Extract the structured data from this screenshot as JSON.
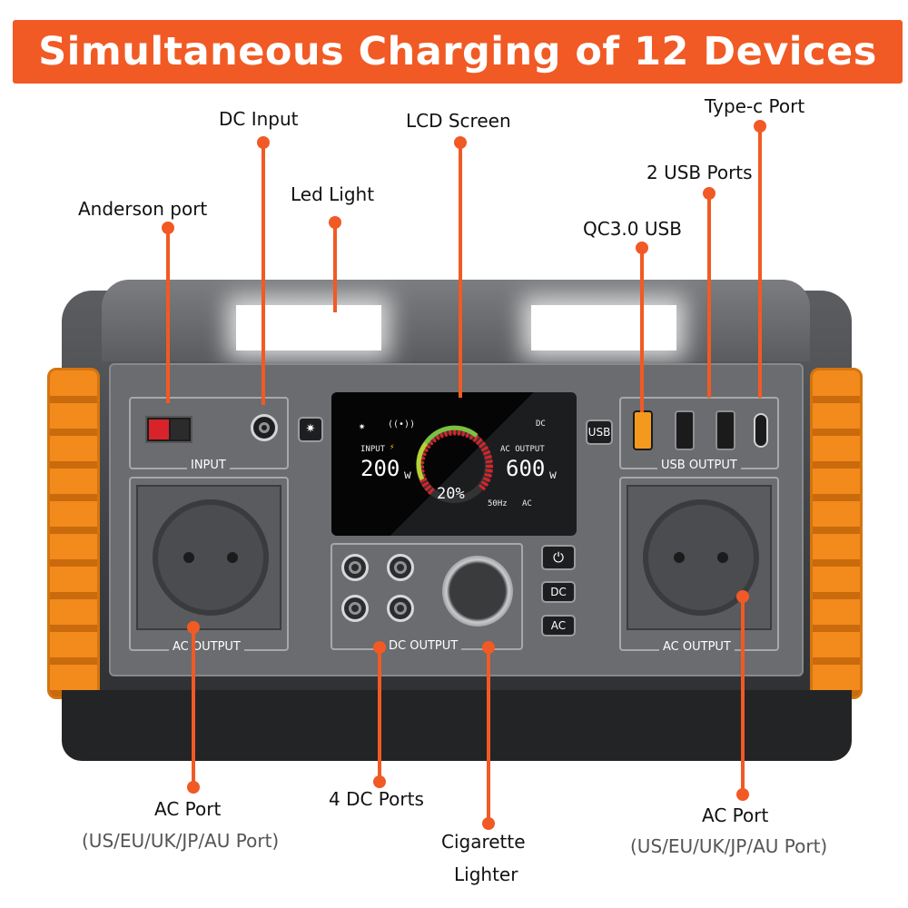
{
  "banner": {
    "title": "Simultaneous Charging of 12 Devices"
  },
  "callouts": {
    "dc_input": "DC Input",
    "lcd_screen": "LCD Screen",
    "type_c_port": "Type-c Port",
    "led_light": "Led Light",
    "anderson_port": "Anderson port",
    "two_usb_ports": "2 USB Ports",
    "qc30_usb": "QC3.0 USB",
    "ac_port_left": "AC Port",
    "ac_port_left_sub": "(US/EU/UK/JP/AU Port)",
    "four_dc_ports": "4 DC Ports",
    "cigarette_line1": "Cigarette",
    "cigarette_line2": "Lighter",
    "ac_port_right": "AC Port",
    "ac_port_right_sub": "(US/EU/UK/JP/AU Port)"
  },
  "panel_labels": {
    "input": "INPUT",
    "ac_output_left": "AC  OUTPUT",
    "dc_output": "DC  OUTPUT",
    "usb_output": "USB  OUTPUT",
    "ac_output_right": "AC  OUTPUT"
  },
  "buttons": {
    "usb": "USB",
    "dc": "DC",
    "ac": "AC",
    "light_glyph": "✷",
    "power_glyph": "⏻"
  },
  "lcd": {
    "input_label": "INPUT",
    "input_value": "200",
    "input_unit": "w",
    "output_label": "AC OUTPUT",
    "output_value": "600",
    "output_unit": "w",
    "battery_percent": "20%",
    "freq_label": "50Hz",
    "ac_label": "AC",
    "dc_label": "DC",
    "battery_level": 0.2
  },
  "colors": {
    "accent": "#f15a24",
    "side_orange": "#f28a1c",
    "qc_port": "#f39a1e"
  }
}
